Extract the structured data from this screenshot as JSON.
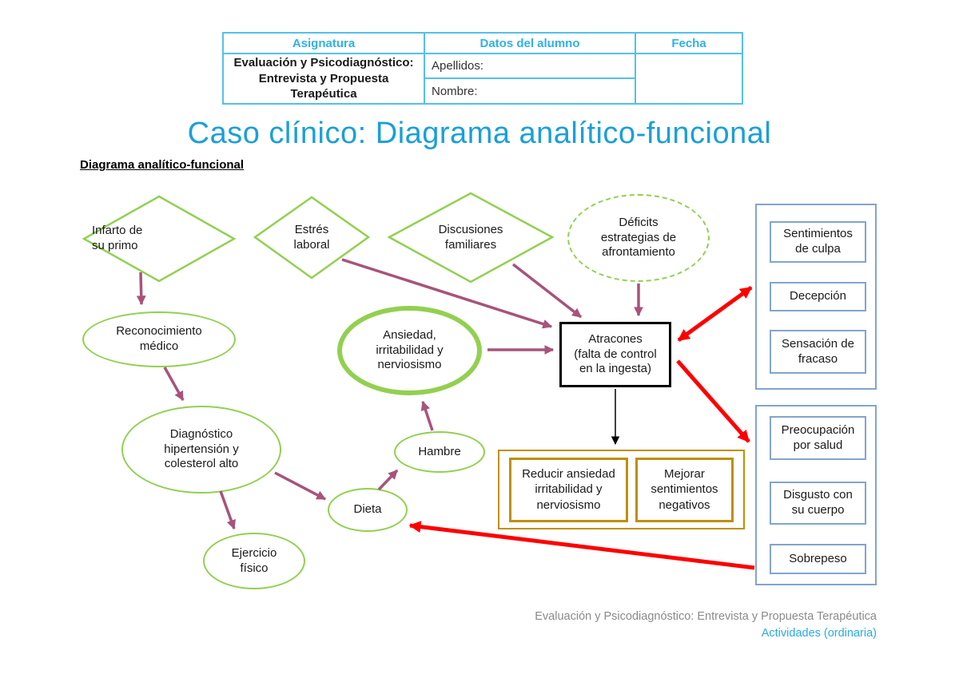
{
  "header_table": {
    "col_asignatura": "Asignatura",
    "col_datos": "Datos del alumno",
    "col_fecha": "Fecha",
    "subject": "Evaluación y Psicodiagnóstico:\nEntrevista y Propuesta\nTerapéutica",
    "apellidos_label": "Apellidos:",
    "nombre_label": "Nombre:"
  },
  "title": "Caso clínico: Diagrama analítico-funcional",
  "section_heading": "Diagrama analítico-funcional",
  "diagram": {
    "antecedents": {
      "infarto": "Infarto de\nsu primo",
      "estres": "Estrés\nlaboral",
      "discusiones": "Discusiones\nfamiliares",
      "deficits": "Déficits\nestrategias de\nafrontamiento"
    },
    "nodes": {
      "reconocimiento": "Reconocimiento\nmédico",
      "ansiedad": "Ansiedad,\nirritabilidad y\nnerviosismo",
      "atracones": "Atracones\n(falta de control\nen la ingesta)",
      "diagnostico": "Diagnóstico\nhipertensión y\ncolesterol alto",
      "hambre": "Hambre",
      "dieta": "Dieta",
      "ejercicio": "Ejercicio\nfísico"
    },
    "objetivos": [
      "Reducir ansiedad\nirritabilidad y\nnerviosismo",
      "Mejorar\nsentimientos\nnegativos"
    ],
    "consecuencias_emocionales": [
      "Sentimientos\nde culpa",
      "Decepción",
      "Sensación de\nfracaso"
    ],
    "consecuencias_fisicas": [
      "Preocupación\npor salud",
      "Disgusto con\nsu cuerpo",
      "Sobrepeso"
    ]
  },
  "footer": {
    "course": "Evaluación y Psicodiagnóstico: Entrevista y Propuesta Terapéutica",
    "activity": "Actividades (ordinaria)"
  },
  "colors": {
    "shape_green": "#92d050",
    "arrow_maroon": "#a8537b",
    "arrow_red": "#ff0000",
    "box_blue_border": "#82a5cd",
    "box_gold_border": "#bf9000",
    "table_border_blue": "#54c1e8",
    "title_blue": "#1b9fd9",
    "footer_blue": "#29abe2"
  }
}
